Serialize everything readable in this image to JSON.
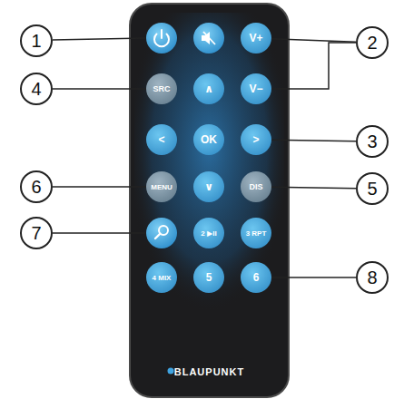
{
  "diagram": {
    "nodes": [
      {
        "text": [
          "BLAUPUNKT"
        ]
      },
      {
        "text": [
          "V+"
        ],
        "in": 0
      },
      {
        "text": [
          "SRC"
        ],
        "in": 0
      },
      {
        "text": [
          "∧"
        ],
        "in": 0
      },
      {
        "text": [
          "V−"
        ],
        "in": 0
      },
      {
        "text": [
          "<"
        ],
        "in": 0
      },
      {
        "text": [
          "OK"
        ],
        "in": 0
      },
      {
        "text": [
          ">"
        ],
        "in": 0
      },
      {
        "text": [
          "MENU"
        ],
        "in": 0
      },
      {
        "text": [
          "∨"
        ],
        "in": 0
      },
      {
        "text": [
          "DIS"
        ],
        "in": 0
      },
      {
        "text": [
          "2 ▶II"
        ],
        "in": 0
      },
      {
        "text": [
          "3 RPT"
        ],
        "in": 0
      },
      {
        "text": [
          "4 MIX"
        ],
        "in": 0
      },
      {
        "text": [
          "5"
        ],
        "in": 0
      },
      {
        "text": [
          "6"
        ],
        "in": 0
      },
      {
        "text": [
          "1"
        ]
      },
      {
        "text": [
          "2"
        ]
      },
      {
        "text": [
          "3"
        ]
      },
      {
        "text": [
          "4"
        ]
      },
      {
        "text": [
          "5"
        ]
      },
      {
        "text": [
          "6"
        ]
      },
      {
        "text": [
          "7"
        ]
      },
      {
        "text": [
          "8"
        ]
      }
    ],
    "edges": [
      {
        "from": 17,
        "to": 1,
        "arrow": "none"
      },
      {
        "from": 17,
        "to": 4,
        "arrow": "none"
      },
      {
        "from": 18,
        "to": 7,
        "arrow": "none"
      },
      {
        "from": 19,
        "to": 2,
        "arrow": "none"
      },
      {
        "from": 20,
        "to": 10,
        "arrow": "none"
      },
      {
        "from": 21,
        "to": 8,
        "arrow": "none"
      },
      {
        "from": 23,
        "to": 15,
        "arrow": "none"
      }
    ]
  }
}
